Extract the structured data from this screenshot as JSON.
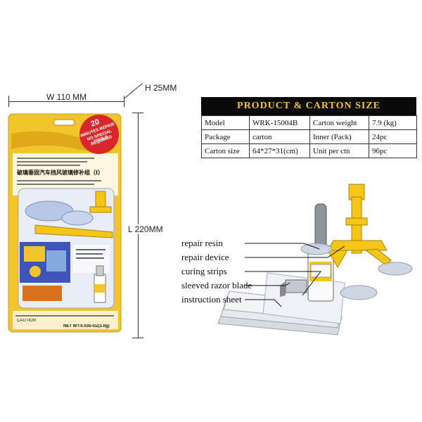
{
  "dimensions": {
    "width": "W 110 MM",
    "height": "H 25MM",
    "length": "L 220MM"
  },
  "package": {
    "badge": [
      "20",
      "MINUTES REPAIR",
      "NO SPECIAL TOOLS",
      "REQUIRED"
    ],
    "chinese_title": "破璃垂固汽车挡风玻璃修补组（I）",
    "net_weight": "NET WT:0.035-OZ(1.0g)",
    "caution": "CAUTION"
  },
  "spec_table": {
    "title": "PRODUCT & CARTON SIZE",
    "rows": [
      [
        "Model",
        "WRK-15004B",
        "Carton weight",
        "7.9 (kg)"
      ],
      [
        "Package",
        "carton",
        "Inner (Pack)",
        "24pc"
      ],
      [
        "Carton size",
        "64*27*31(cm)",
        "Unit per ctn",
        "96pc"
      ]
    ]
  },
  "kit_labels": [
    "repair resin",
    "repair device",
    "curing strips",
    "sleeved razor blade",
    "instruction sheet"
  ],
  "colors": {
    "package_yellow": "#f3c52c",
    "header_bg": "#0a0a0a",
    "header_text": "#f2c631",
    "device_yellow": "#f5c518"
  }
}
